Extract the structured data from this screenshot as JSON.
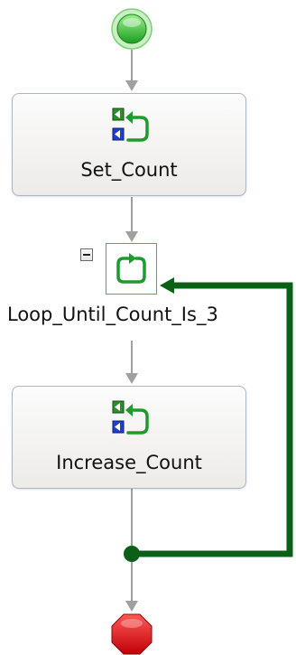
{
  "colors": {
    "start": "#3cc43a",
    "end": "#e0151b",
    "loop_back": "#0b5f16",
    "connector": "#a0a0a0",
    "activity_border": "#a9b7c6"
  },
  "workflow": {
    "start_node": {
      "icon": "start-circle-icon"
    },
    "set_count": {
      "label": "Set_Count",
      "icon": "assign-activity-icon"
    },
    "loop": {
      "label": "Loop_Until_Count_Is_3",
      "icon": "loop-icon",
      "collapse_icon": "collapse-minus-icon"
    },
    "increase_count": {
      "label": "Increase_Count",
      "icon": "assign-activity-icon"
    },
    "end_node": {
      "icon": "stop-octagon-icon"
    }
  }
}
